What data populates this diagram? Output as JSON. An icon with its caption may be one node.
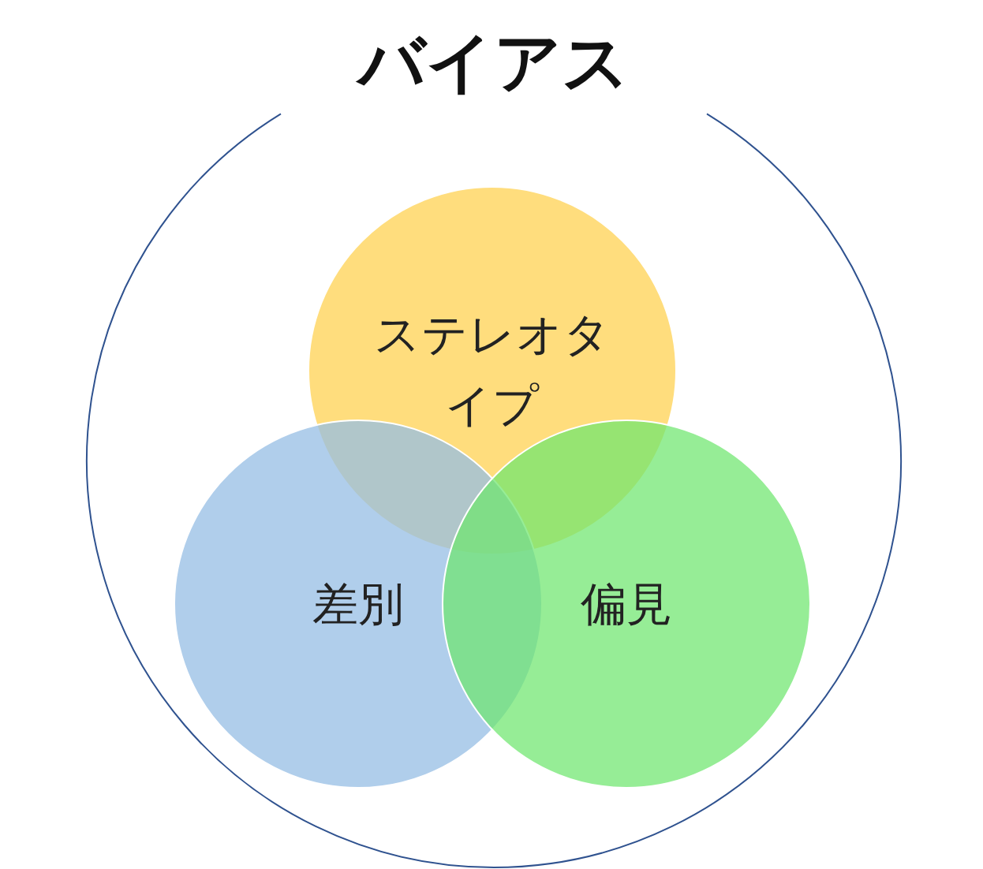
{
  "diagram": {
    "nodes": [
      {
        "text": [
          "バイアス"
        ]
      },
      {
        "text": [
          "ステレオタイプ"
        ],
        "in": 0
      },
      {
        "text": [
          "差別"
        ],
        "in": 0
      },
      {
        "text": [
          "偏見"
        ],
        "in": 0
      }
    ]
  }
}
